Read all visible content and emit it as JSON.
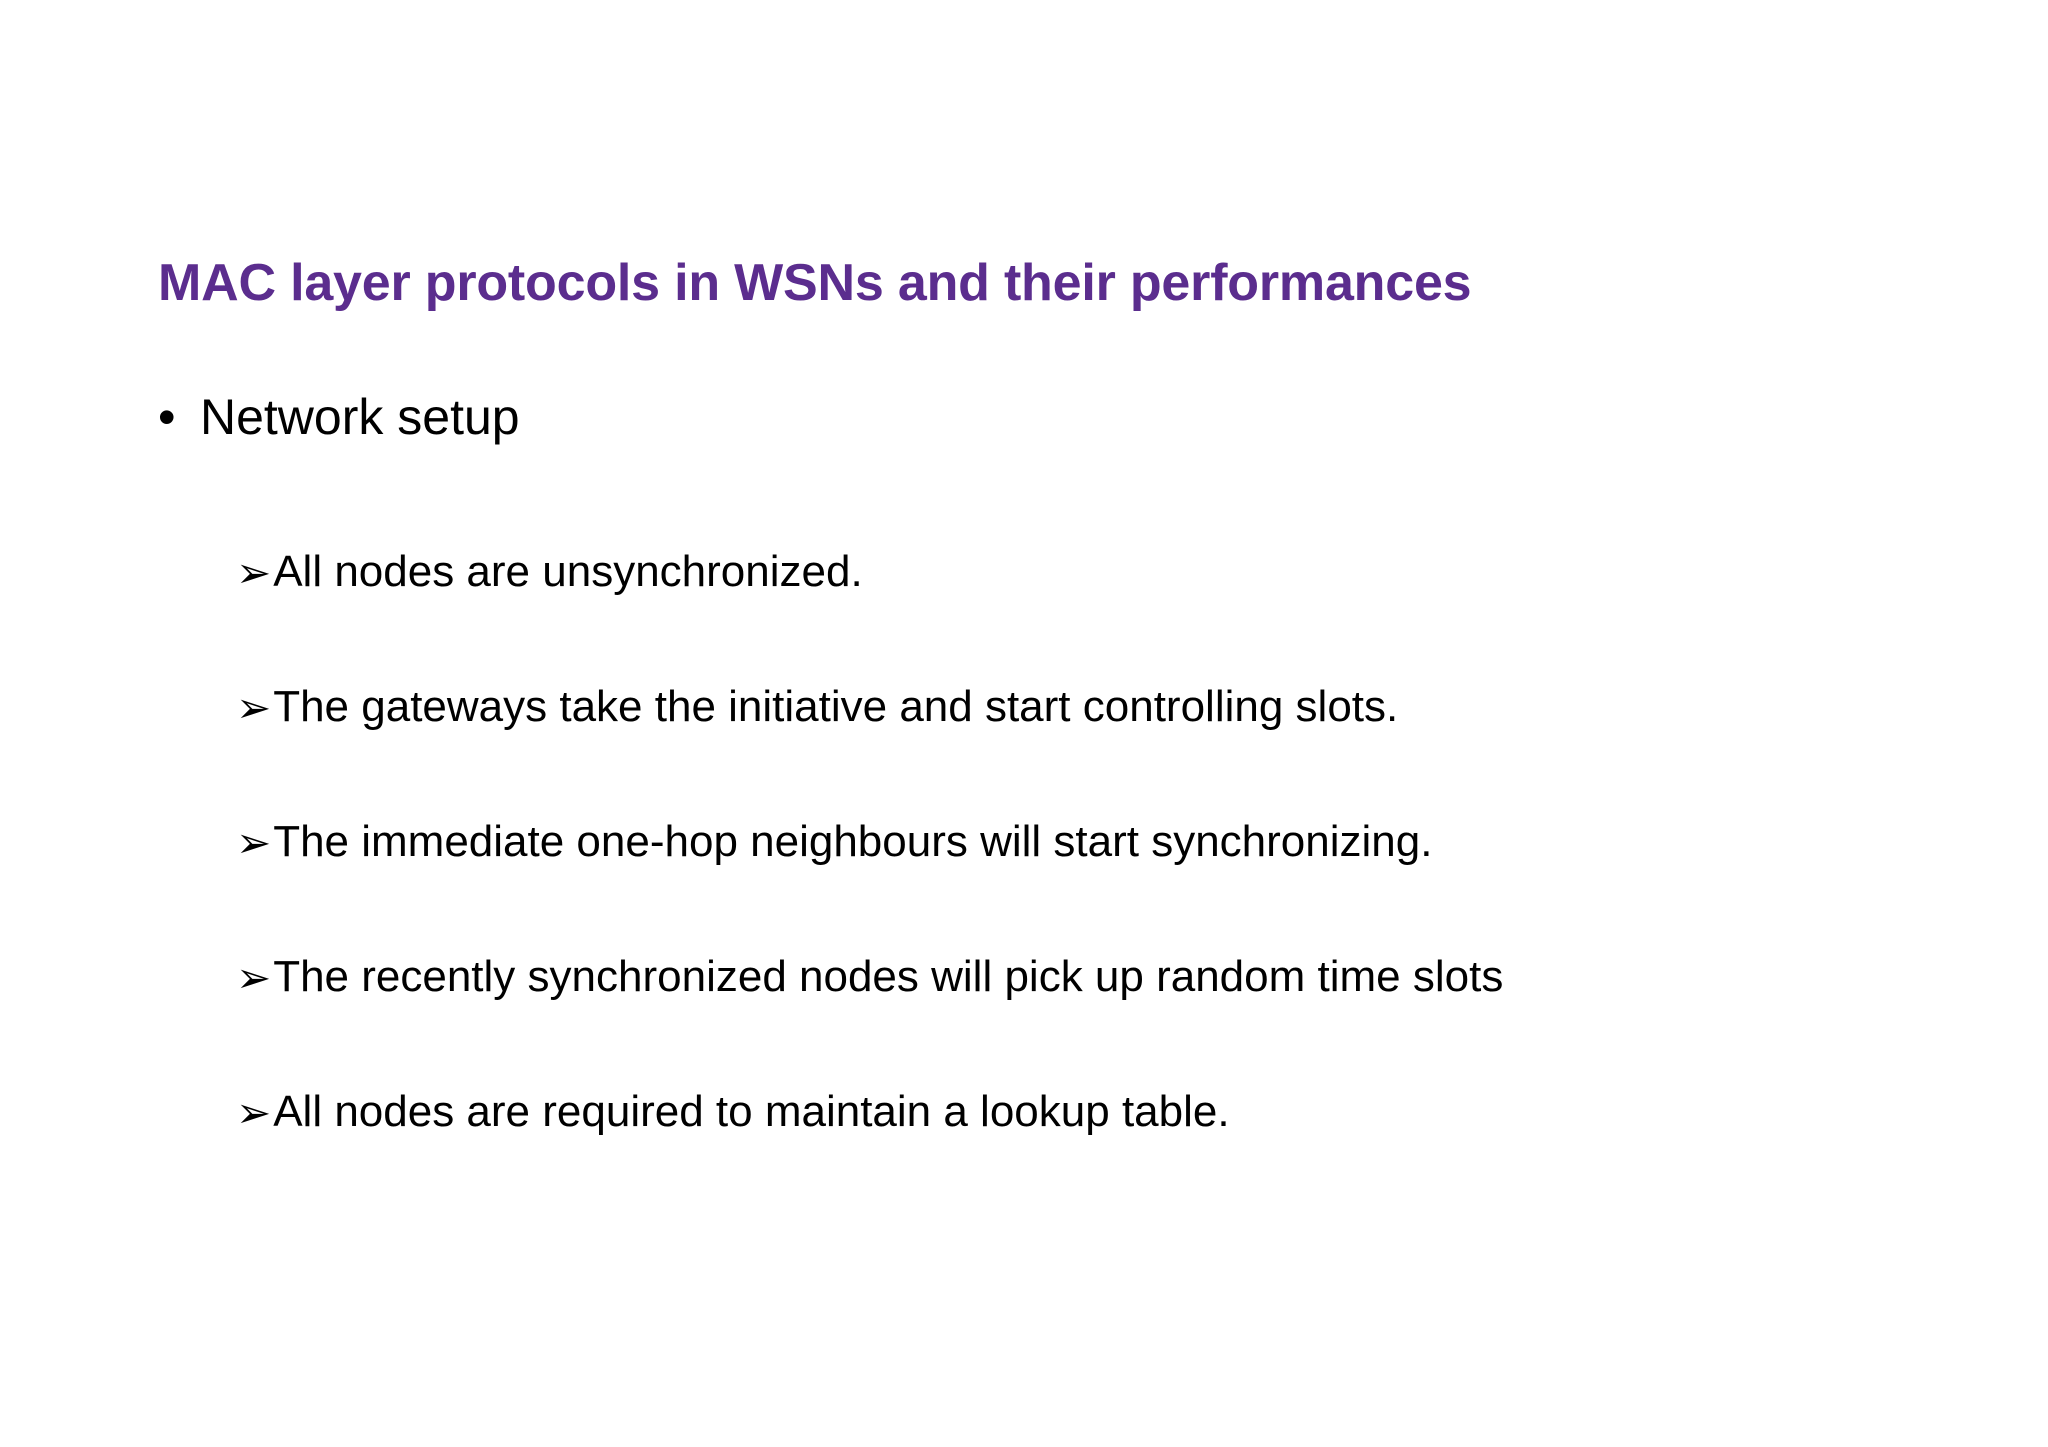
{
  "slide": {
    "title": "MAC layer protocols in WSNs and their performances",
    "title_color": "#5B2D8E",
    "body_color": "#000000",
    "background_color": "#FFFFFF",
    "level1": {
      "marker": "bullet-dot",
      "marker_glyph": "•",
      "text": "Network setup"
    },
    "level2_marker_glyph": "➢",
    "level2": [
      {
        "marker": "arrowhead",
        "text": "All nodes are unsynchronized."
      },
      {
        "marker": "arrowhead",
        "text": "The gateways take the initiative and start controlling slots."
      },
      {
        "marker": "arrowhead",
        "text": "The immediate one-hop neighbours will start synchronizing."
      },
      {
        "marker": "arrowhead",
        "text": "The recently synchronized nodes will pick up random time slots"
      },
      {
        "marker": "arrowhead",
        "text": "All nodes are required to maintain a lookup table."
      }
    ]
  }
}
